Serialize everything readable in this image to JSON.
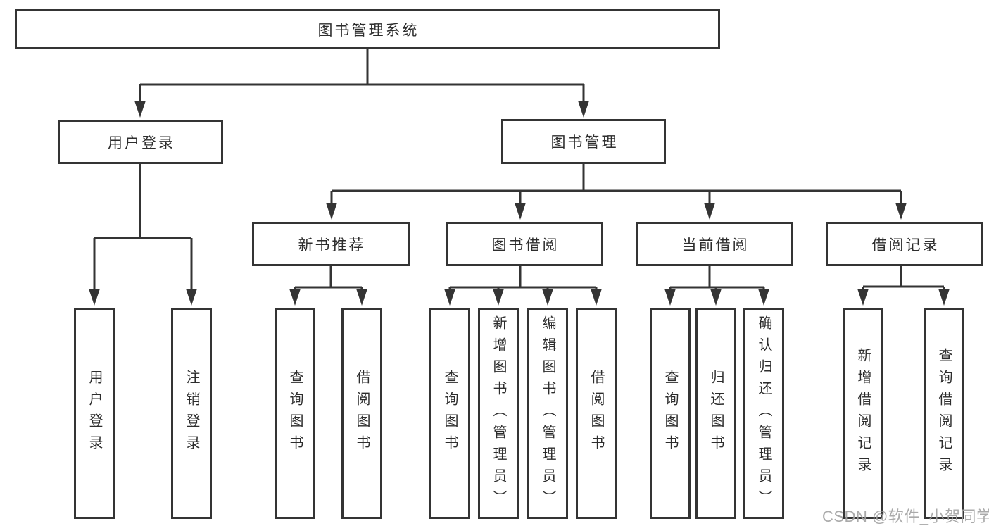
{
  "root": {
    "label": "图书管理系统"
  },
  "level2": [
    {
      "label": "用户登录"
    },
    {
      "label": "图书管理"
    }
  ],
  "level3": [
    {
      "label": "新书推荐"
    },
    {
      "label": "图书借阅"
    },
    {
      "label": "当前借阅"
    },
    {
      "label": "借阅记录"
    }
  ],
  "leaves": {
    "user_login": [
      "用户登录",
      "注销登录"
    ],
    "new_book": [
      "查询图书",
      "借阅图书"
    ],
    "book_borrow": [
      "查询图书",
      "新增图书（管理员）",
      "编辑图书（管理员）",
      "借阅图书"
    ],
    "current_borrow": [
      "查询图书",
      "归还图书",
      "确认归还（管理员）"
    ],
    "borrow_record": [
      "新增借阅记录",
      "查询借阅记录"
    ]
  },
  "watermark": "CSDN @软件_小贺同学",
  "colors": {
    "line": "#343434",
    "box_border": "#343434",
    "box_background": "#ffffff",
    "text": "#2d2d2d",
    "watermark": "#a3a3a3",
    "background": "#ffffff"
  }
}
